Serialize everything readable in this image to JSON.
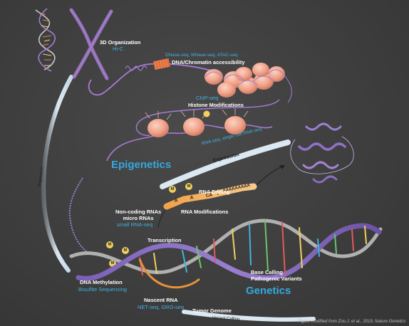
{
  "labels": {
    "org_3d": "3D Organization",
    "org_3d_method": "Hi-C",
    "access_methods": "DNase-seq, MNase-seq, ATAC-seq",
    "access_title": "DNA/Chromatin accessibility",
    "histone_method": "ChIP-seq",
    "histone_title": "Histone Modifications",
    "expression_methods": "RNA-seq, single cell RNA-seq",
    "expression_band": "Expression",
    "epigenetics": "Epigenetics",
    "regulation_band": "Regulation",
    "rna_editing": "RNA Editing",
    "rna_mods": "RNA Modifications",
    "ncrna_title": "Non-coding RNAs\nmicro RNAs",
    "ncrna_method": "small RNA-seq",
    "transcription": "Transcription",
    "methylation_title": "DNA Methylation",
    "methylation_method": "Bisulfite Sequencing",
    "nascent_title": "Nascent RNA",
    "nascent_method": "NET-seq, GRO-seq",
    "tumor_genome": "Tumor Genome",
    "base_calling": "Base Calling\nPathogenic Variants",
    "genetics": "Genetics",
    "variant_band": "Variant Calling",
    "caption": "Figure modified from Zou J. et al., 2019, Nature Genetics"
  },
  "rna_sequence": {
    "letters": [
      "A",
      "A",
      "CA",
      "I",
      "AAAAAAAAA"
    ]
  },
  "markers": {
    "methyl": "M"
  },
  "colors": {
    "background": "#3e3e3e",
    "accent_blue": "#3fb3e0",
    "band": "#c5d8e6",
    "chromatin_purple": "#a67bd4",
    "nucleosome": "#f2a88e",
    "mark_yellow": "#f0d060",
    "rna_orange": "#e8913a"
  }
}
